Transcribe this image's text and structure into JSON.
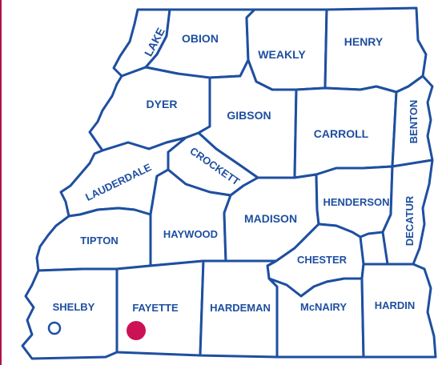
{
  "map": {
    "colors": {
      "border": "#1e4fa0",
      "label": "#1e4fa0",
      "fill": "#ffffff",
      "marker": "#cc1155",
      "left_stripe": "#b0124e"
    },
    "counties": {
      "lake": "LAKE",
      "obion": "OBION",
      "weakly": "WEAKLY",
      "henry": "HENRY",
      "dyer": "DYER",
      "gibson": "GIBSON",
      "carroll": "CARROLL",
      "benton": "BENTON",
      "crockett": "CROCKETT",
      "lauderdale": "LAUDERDALE",
      "haywood": "HAYWOOD",
      "madison": "MADISON",
      "henderson": "HENDERSON",
      "decatur": "DECATUR",
      "tipton": "TIPTON",
      "chester": "CHESTER",
      "shelby": "SHELBY",
      "fayette": "FAYETTE",
      "hardeman": "HARDEMAN",
      "mcnairy": "McNAIRY",
      "hardin": "HARDIN"
    },
    "markers": [
      {
        "county": "Shelby",
        "style": "hollow"
      },
      {
        "county": "Fayette",
        "style": "filled"
      }
    ]
  }
}
